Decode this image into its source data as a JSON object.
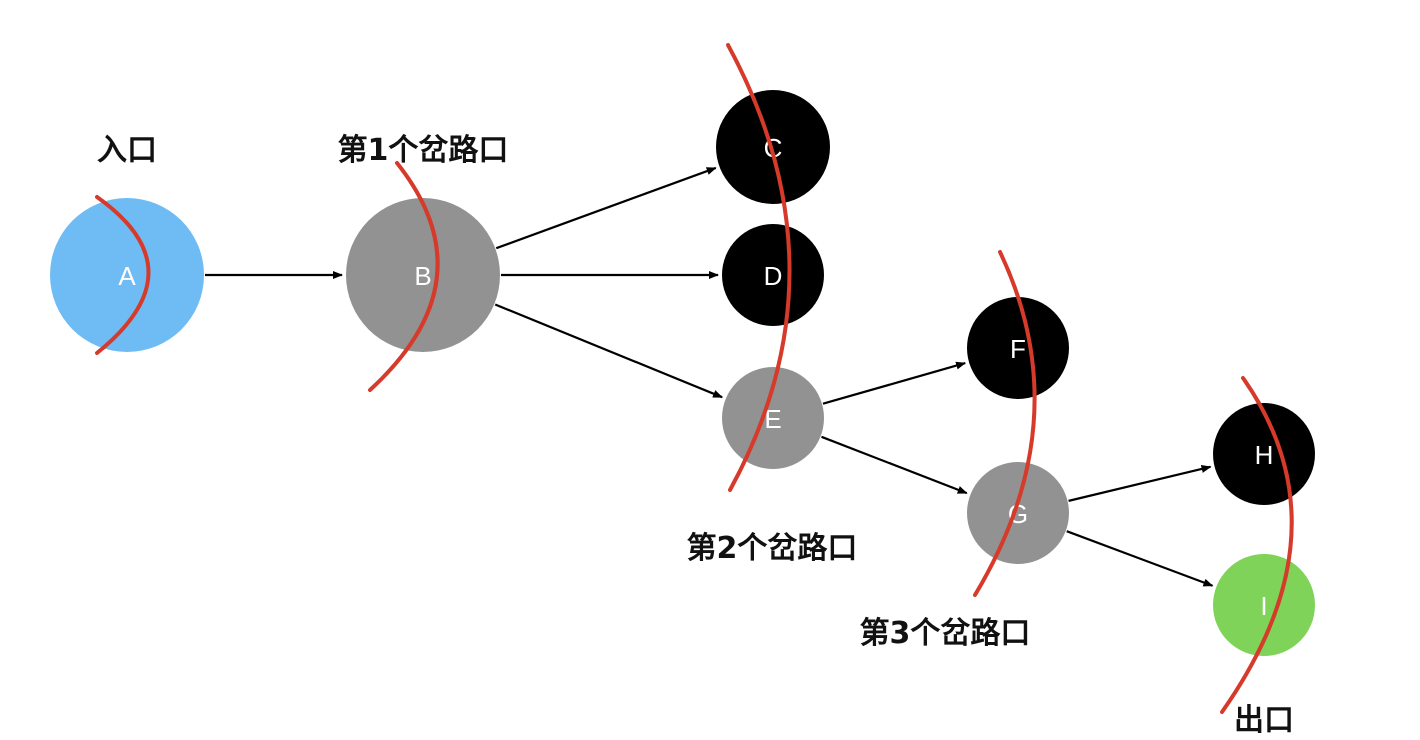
{
  "colors": {
    "entry": "#6fbcf5",
    "branch": "#929292",
    "deadend": "#000000",
    "exit": "#7ed358",
    "cut": "#d63a2a",
    "arrow": "#000000"
  },
  "nodes": [
    {
      "id": "A",
      "label": "A",
      "kind": "entry"
    },
    {
      "id": "B",
      "label": "B",
      "kind": "branch"
    },
    {
      "id": "C",
      "label": "C",
      "kind": "deadend"
    },
    {
      "id": "D",
      "label": "D",
      "kind": "deadend"
    },
    {
      "id": "E",
      "label": "E",
      "kind": "branch"
    },
    {
      "id": "F",
      "label": "F",
      "kind": "deadend"
    },
    {
      "id": "G",
      "label": "G",
      "kind": "branch"
    },
    {
      "id": "H",
      "label": "H",
      "kind": "deadend"
    },
    {
      "id": "I",
      "label": "I",
      "kind": "exit"
    }
  ],
  "edges": [
    {
      "from": "A",
      "to": "B"
    },
    {
      "from": "B",
      "to": "C"
    },
    {
      "from": "B",
      "to": "D"
    },
    {
      "from": "B",
      "to": "E"
    },
    {
      "from": "E",
      "to": "F"
    },
    {
      "from": "E",
      "to": "G"
    },
    {
      "from": "G",
      "to": "H"
    },
    {
      "from": "G",
      "to": "I"
    }
  ],
  "labels": {
    "entry": "入口",
    "fork1": "第1个岔路口",
    "fork2": "第2个岔路口",
    "fork3": "第3个岔路口",
    "exit": "出口"
  }
}
